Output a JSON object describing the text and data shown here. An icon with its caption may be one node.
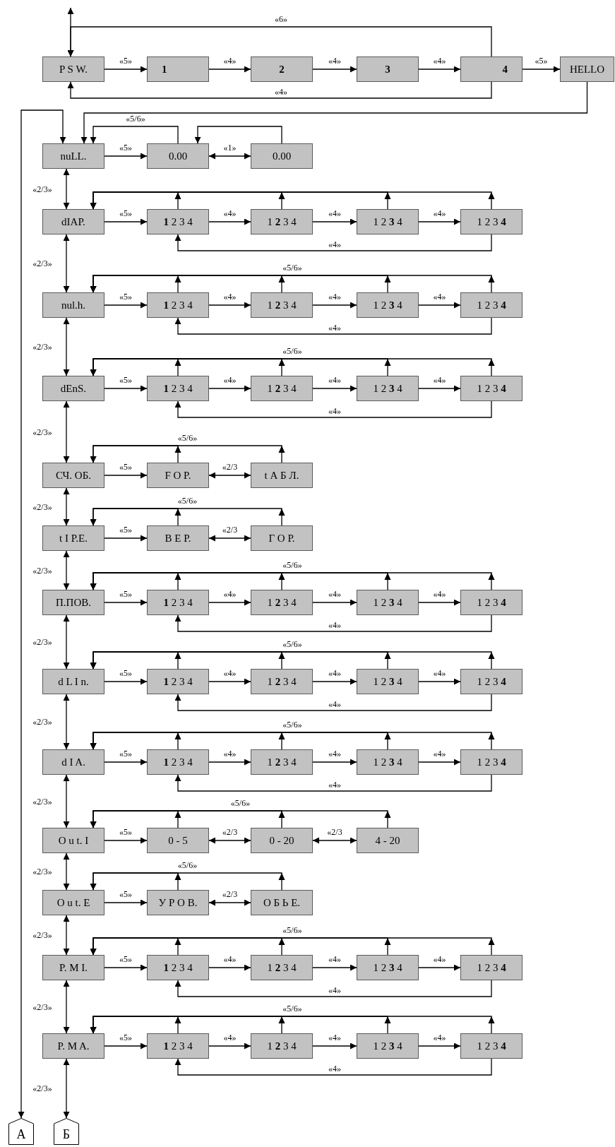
{
  "diagram": {
    "nodes": [
      {
        "text": [
          "P S W."
        ]
      },
      {
        "text": [
          "1"
        ]
      },
      {
        "text": [
          "2"
        ]
      },
      {
        "text": [
          "3"
        ]
      },
      {
        "text": [
          "4"
        ]
      },
      {
        "text": [
          "HELLO"
        ]
      },
      {
        "text": [
          "nuLL."
        ]
      },
      {
        "text": [
          "0.00"
        ]
      },
      {
        "text": [
          "0.00"
        ]
      },
      {
        "text": [
          "dIAP."
        ]
      },
      {
        "text": [
          "**1** 2 3 4"
        ]
      },
      {
        "text": [
          "1 **2** 3 4"
        ]
      },
      {
        "text": [
          "1 2 **3** 4"
        ]
      },
      {
        "text": [
          "1 2 3 **4**"
        ]
      },
      {
        "text": [
          "nul.h."
        ]
      },
      {
        "text": [
          "**1** 2 3 4"
        ]
      },
      {
        "text": [
          "1 **2** 3 4"
        ]
      },
      {
        "text": [
          "1 2 **3** 4"
        ]
      },
      {
        "text": [
          "1 2 3 **4**"
        ]
      },
      {
        "text": [
          "dEnS."
        ]
      },
      {
        "text": [
          "**1** 2 3 4"
        ]
      },
      {
        "text": [
          "1 **2** 3 4"
        ]
      },
      {
        "text": [
          "1 2 **3** 4"
        ]
      },
      {
        "text": [
          "1 2 3 **4**"
        ]
      },
      {
        "text": [
          "СЧ. ОБ."
        ]
      },
      {
        "text": [
          "F O P."
        ]
      },
      {
        "text": [
          "t А Б Л."
        ]
      },
      {
        "text": [
          "t I P.E."
        ]
      },
      {
        "text": [
          "В Е Р."
        ]
      },
      {
        "text": [
          "Г О Р."
        ]
      },
      {
        "text": [
          "П.ПОВ."
        ]
      },
      {
        "text": [
          "**1** 2 3 4"
        ]
      },
      {
        "text": [
          "1 **2** 3 4"
        ]
      },
      {
        "text": [
          "1 2 **3** 4"
        ]
      },
      {
        "text": [
          "1 2 3 **4**"
        ]
      },
      {
        "text": [
          "d L I n."
        ]
      },
      {
        "text": [
          "**1** 2 3 4"
        ]
      },
      {
        "text": [
          "1 **2** 3 4"
        ]
      },
      {
        "text": [
          "1 2 **3** 4"
        ]
      },
      {
        "text": [
          "1 2 3 **4**"
        ]
      },
      {
        "text": [
          "d I A."
        ]
      },
      {
        "text": [
          "**1** 2 3 4"
        ]
      },
      {
        "text": [
          "1 **2** 3 4"
        ]
      },
      {
        "text": [
          "1 2 **3** 4"
        ]
      },
      {
        "text": [
          "1 2 3 **4**"
        ]
      },
      {
        "text": [
          "O u t. I"
        ]
      },
      {
        "text": [
          "0 - 5"
        ]
      },
      {
        "text": [
          "0 - 20"
        ]
      },
      {
        "text": [
          "4 - 20"
        ]
      },
      {
        "text": [
          "O u t. E"
        ]
      },
      {
        "text": [
          "У Р О В."
        ]
      },
      {
        "text": [
          "О Б Ь Е."
        ]
      },
      {
        "text": [
          "P. M I."
        ]
      },
      {
        "text": [
          "**1** 2 3 4"
        ]
      },
      {
        "text": [
          "1 **2** 3 4"
        ]
      },
      {
        "text": [
          "1 2 **3** 4"
        ]
      },
      {
        "text": [
          "1 2 3 **4**"
        ]
      },
      {
        "text": [
          "P. M A."
        ]
      },
      {
        "text": [
          "**1** 2 3 4"
        ]
      },
      {
        "text": [
          "1 **2** 3 4"
        ]
      },
      {
        "text": [
          "1 2 **3** 4"
        ]
      },
      {
        "text": [
          "1 2 3 **4**"
        ]
      },
      {
        "text": [
          "А"
        ]
      },
      {
        "text": [
          "Б"
        ]
      }
    ],
    "edges": [
      {
        "from": null,
        "to": 0,
        "arrow": "both"
      },
      {
        "from": 0,
        "to": 1,
        "arrow": "to",
        "label": "«5»"
      },
      {
        "from": 1,
        "to": 2,
        "arrow": "to",
        "label": "«4»"
      },
      {
        "from": 2,
        "to": 3,
        "arrow": "to",
        "label": "«4»"
      },
      {
        "from": 3,
        "to": 4,
        "arrow": "to",
        "label": "«4»"
      },
      {
        "from": 4,
        "to": 5,
        "arrow": "to",
        "label": "«5»"
      },
      {
        "from": 4,
        "to": 0,
        "arrow": "to",
        "label": "«6»"
      },
      {
        "from": 4,
        "to": 0,
        "arrow": "to",
        "label": "«4»"
      },
      {
        "from": 5,
        "to": 6,
        "arrow": "to"
      },
      {
        "from": 6,
        "to": 62,
        "arrow": "both"
      },
      {
        "from": 6,
        "to": 7,
        "arrow": "to",
        "label": "«5»"
      },
      {
        "from": 7,
        "to": 8,
        "arrow": "both",
        "label": "«1»"
      },
      {
        "from": 7,
        "to": 6,
        "arrow": "to",
        "label": "«5/6»"
      },
      {
        "from": 8,
        "to": 7,
        "arrow": "to"
      },
      {
        "from": 6,
        "to": 9,
        "arrow": "both",
        "label": "«2/3»"
      },
      {
        "from": 9,
        "to": 10,
        "arrow": "to",
        "label": "«5»"
      },
      {
        "from": 10,
        "to": 11,
        "arrow": "to",
        "label": "«4»"
      },
      {
        "from": 11,
        "to": 12,
        "arrow": "to",
        "label": "«4»"
      },
      {
        "from": 12,
        "to": 13,
        "arrow": "to",
        "label": "«4»"
      },
      {
        "from": 10,
        "to": 9,
        "arrow": "to"
      },
      {
        "from": 11,
        "to": 9,
        "arrow": "to"
      },
      {
        "from": 12,
        "to": 9,
        "arrow": "to"
      },
      {
        "from": 13,
        "to": 9,
        "arrow": "to"
      },
      {
        "from": 13,
        "to": 10,
        "arrow": "to",
        "label": "«4»"
      },
      {
        "from": 9,
        "to": 14,
        "arrow": "both",
        "label": "«2/3»"
      },
      {
        "from": 14,
        "to": 15,
        "arrow": "to",
        "label": "«5»"
      },
      {
        "from": 15,
        "to": 16,
        "arrow": "to",
        "label": "«4»"
      },
      {
        "from": 16,
        "to": 17,
        "arrow": "to",
        "label": "«4»"
      },
      {
        "from": 17,
        "to": 18,
        "arrow": "to",
        "label": "«4»"
      },
      {
        "from": 15,
        "to": 14,
        "arrow": "to"
      },
      {
        "from": 16,
        "to": 14,
        "arrow": "to"
      },
      {
        "from": 17,
        "to": 14,
        "arrow": "to"
      },
      {
        "from": 18,
        "to": 14,
        "arrow": "to",
        "label": "«5/6»"
      },
      {
        "from": 18,
        "to": 15,
        "arrow": "to",
        "label": "«4»"
      },
      {
        "from": 14,
        "to": 19,
        "arrow": "both",
        "label": "«2/3»"
      },
      {
        "from": 19,
        "to": 20,
        "arrow": "to",
        "label": "«5»"
      },
      {
        "from": 20,
        "to": 21,
        "arrow": "to",
        "label": "«4»"
      },
      {
        "from": 21,
        "to": 22,
        "arrow": "to",
        "label": "«4»"
      },
      {
        "from": 22,
        "to": 23,
        "arrow": "to",
        "label": "«4»"
      },
      {
        "from": 20,
        "to": 19,
        "arrow": "to"
      },
      {
        "from": 21,
        "to": 19,
        "arrow": "to"
      },
      {
        "from": 22,
        "to": 19,
        "arrow": "to"
      },
      {
        "from": 23,
        "to": 19,
        "arrow": "to",
        "label": "«5/6»"
      },
      {
        "from": 23,
        "to": 20,
        "arrow": "to",
        "label": "«4»"
      },
      {
        "from": 19,
        "to": 24,
        "arrow": "both",
        "label": "«2/3»"
      },
      {
        "from": 24,
        "to": 25,
        "arrow": "to",
        "label": "«5»"
      },
      {
        "from": 25,
        "to": 26,
        "arrow": "both",
        "label": "«2/3"
      },
      {
        "from": 25,
        "to": 24,
        "arrow": "to"
      },
      {
        "from": 26,
        "to": 24,
        "arrow": "to",
        "label": "«5/6»"
      },
      {
        "from": 24,
        "to": 27,
        "arrow": "both",
        "label": "«2/3»"
      },
      {
        "from": 27,
        "to": 28,
        "arrow": "to",
        "label": "«5»"
      },
      {
        "from": 28,
        "to": 29,
        "arrow": "both",
        "label": "«2/3"
      },
      {
        "from": 28,
        "to": 27,
        "arrow": "to"
      },
      {
        "from": 29,
        "to": 27,
        "arrow": "to",
        "label": "«5/6»"
      },
      {
        "from": 27,
        "to": 30,
        "arrow": "both",
        "label": "«2/3»"
      },
      {
        "from": 30,
        "to": 31,
        "arrow": "to",
        "label": "«5»"
      },
      {
        "from": 31,
        "to": 32,
        "arrow": "to",
        "label": "«4»"
      },
      {
        "from": 32,
        "to": 33,
        "arrow": "to",
        "label": "«4»"
      },
      {
        "from": 33,
        "to": 34,
        "arrow": "to",
        "label": "«4»"
      },
      {
        "from": 31,
        "to": 30,
        "arrow": "to"
      },
      {
        "from": 32,
        "to": 30,
        "arrow": "to"
      },
      {
        "from": 33,
        "to": 30,
        "arrow": "to"
      },
      {
        "from": 34,
        "to": 30,
        "arrow": "to",
        "label": "«5/6»"
      },
      {
        "from": 34,
        "to": 31,
        "arrow": "to",
        "label": "«4»"
      },
      {
        "from": 30,
        "to": 35,
        "arrow": "both",
        "label": "«2/3»"
      },
      {
        "from": 35,
        "to": 36,
        "arrow": "to",
        "label": "«5»"
      },
      {
        "from": 36,
        "to": 37,
        "arrow": "to",
        "label": "«4»"
      },
      {
        "from": 37,
        "to": 38,
        "arrow": "to",
        "label": "«4»"
      },
      {
        "from": 38,
        "to": 39,
        "arrow": "to",
        "label": "«4»"
      },
      {
        "from": 36,
        "to": 35,
        "arrow": "to"
      },
      {
        "from": 37,
        "to": 35,
        "arrow": "to"
      },
      {
        "from": 38,
        "to": 35,
        "arrow": "to"
      },
      {
        "from": 39,
        "to": 35,
        "arrow": "to",
        "label": "«5/6»"
      },
      {
        "from": 39,
        "to": 36,
        "arrow": "to",
        "label": "«4»"
      },
      {
        "from": 35,
        "to": 40,
        "arrow": "both",
        "label": "«2/3»"
      },
      {
        "from": 40,
        "to": 41,
        "arrow": "to",
        "label": "«5»"
      },
      {
        "from": 41,
        "to": 42,
        "arrow": "to",
        "label": "«4»"
      },
      {
        "from": 42,
        "to": 43,
        "arrow": "to",
        "label": "«4»"
      },
      {
        "from": 43,
        "to": 44,
        "arrow": "to",
        "label": "«4»"
      },
      {
        "from": 41,
        "to": 40,
        "arrow": "to"
      },
      {
        "from": 42,
        "to": 40,
        "arrow": "to"
      },
      {
        "from": 43,
        "to": 40,
        "arrow": "to"
      },
      {
        "from": 44,
        "to": 40,
        "arrow": "to",
        "label": "«5/6»"
      },
      {
        "from": 44,
        "to": 41,
        "arrow": "to",
        "label": "«4»"
      },
      {
        "from": 40,
        "to": 45,
        "arrow": "both",
        "label": "«2/3»"
      },
      {
        "from": 45,
        "to": 46,
        "arrow": "to",
        "label": "«5»"
      },
      {
        "from": 46,
        "to": 47,
        "arrow": "both",
        "label": "«2/3"
      },
      {
        "from": 47,
        "to": 48,
        "arrow": "both",
        "label": "«2/3"
      },
      {
        "from": 46,
        "to": 45,
        "arrow": "to"
      },
      {
        "from": 47,
        "to": 45,
        "arrow": "to"
      },
      {
        "from": 48,
        "to": 45,
        "arrow": "to",
        "label": "«5/6»"
      },
      {
        "from": 45,
        "to": 49,
        "arrow": "both",
        "label": "«2/3»"
      },
      {
        "from": 49,
        "to": 50,
        "arrow": "to",
        "label": "«5»"
      },
      {
        "from": 50,
        "to": 51,
        "arrow": "both",
        "label": "«2/3"
      },
      {
        "from": 50,
        "to": 49,
        "arrow": "to"
      },
      {
        "from": 51,
        "to": 49,
        "arrow": "to",
        "label": "«5/6»"
      },
      {
        "from": 49,
        "to": 52,
        "arrow": "both",
        "label": "«2/3»"
      },
      {
        "from": 52,
        "to": 53,
        "arrow": "to",
        "label": "«5»"
      },
      {
        "from": 53,
        "to": 54,
        "arrow": "to",
        "label": "«4»"
      },
      {
        "from": 54,
        "to": 55,
        "arrow": "to",
        "label": "«4»"
      },
      {
        "from": 55,
        "to": 56,
        "arrow": "to",
        "label": "«4»"
      },
      {
        "from": 53,
        "to": 52,
        "arrow": "to"
      },
      {
        "from": 54,
        "to": 52,
        "arrow": "to"
      },
      {
        "from": 55,
        "to": 52,
        "arrow": "to"
      },
      {
        "from": 56,
        "to": 52,
        "arrow": "to",
        "label": "«5/6»"
      },
      {
        "from": 56,
        "to": 53,
        "arrow": "to",
        "label": "«4»"
      },
      {
        "from": 52,
        "to": 57,
        "arrow": "both",
        "label": "«2/3»"
      },
      {
        "from": 57,
        "to": 58,
        "arrow": "to",
        "label": "«5»"
      },
      {
        "from": 58,
        "to": 59,
        "arrow": "to",
        "label": "«4»"
      },
      {
        "from": 59,
        "to": 60,
        "arrow": "to",
        "label": "«4»"
      },
      {
        "from": 60,
        "to": 61,
        "arrow": "to",
        "label": "«4»"
      },
      {
        "from": 58,
        "to": 57,
        "arrow": "to"
      },
      {
        "from": 59,
        "to": 57,
        "arrow": "to"
      },
      {
        "from": 60,
        "to": 57,
        "arrow": "to"
      },
      {
        "from": 61,
        "to": 57,
        "arrow": "to",
        "label": "«5/6»"
      },
      {
        "from": 61,
        "to": 58,
        "arrow": "to",
        "label": "«4»"
      },
      {
        "from": 57,
        "to": 63,
        "arrow": "both",
        "label": "«2/3»"
      }
    ]
  }
}
